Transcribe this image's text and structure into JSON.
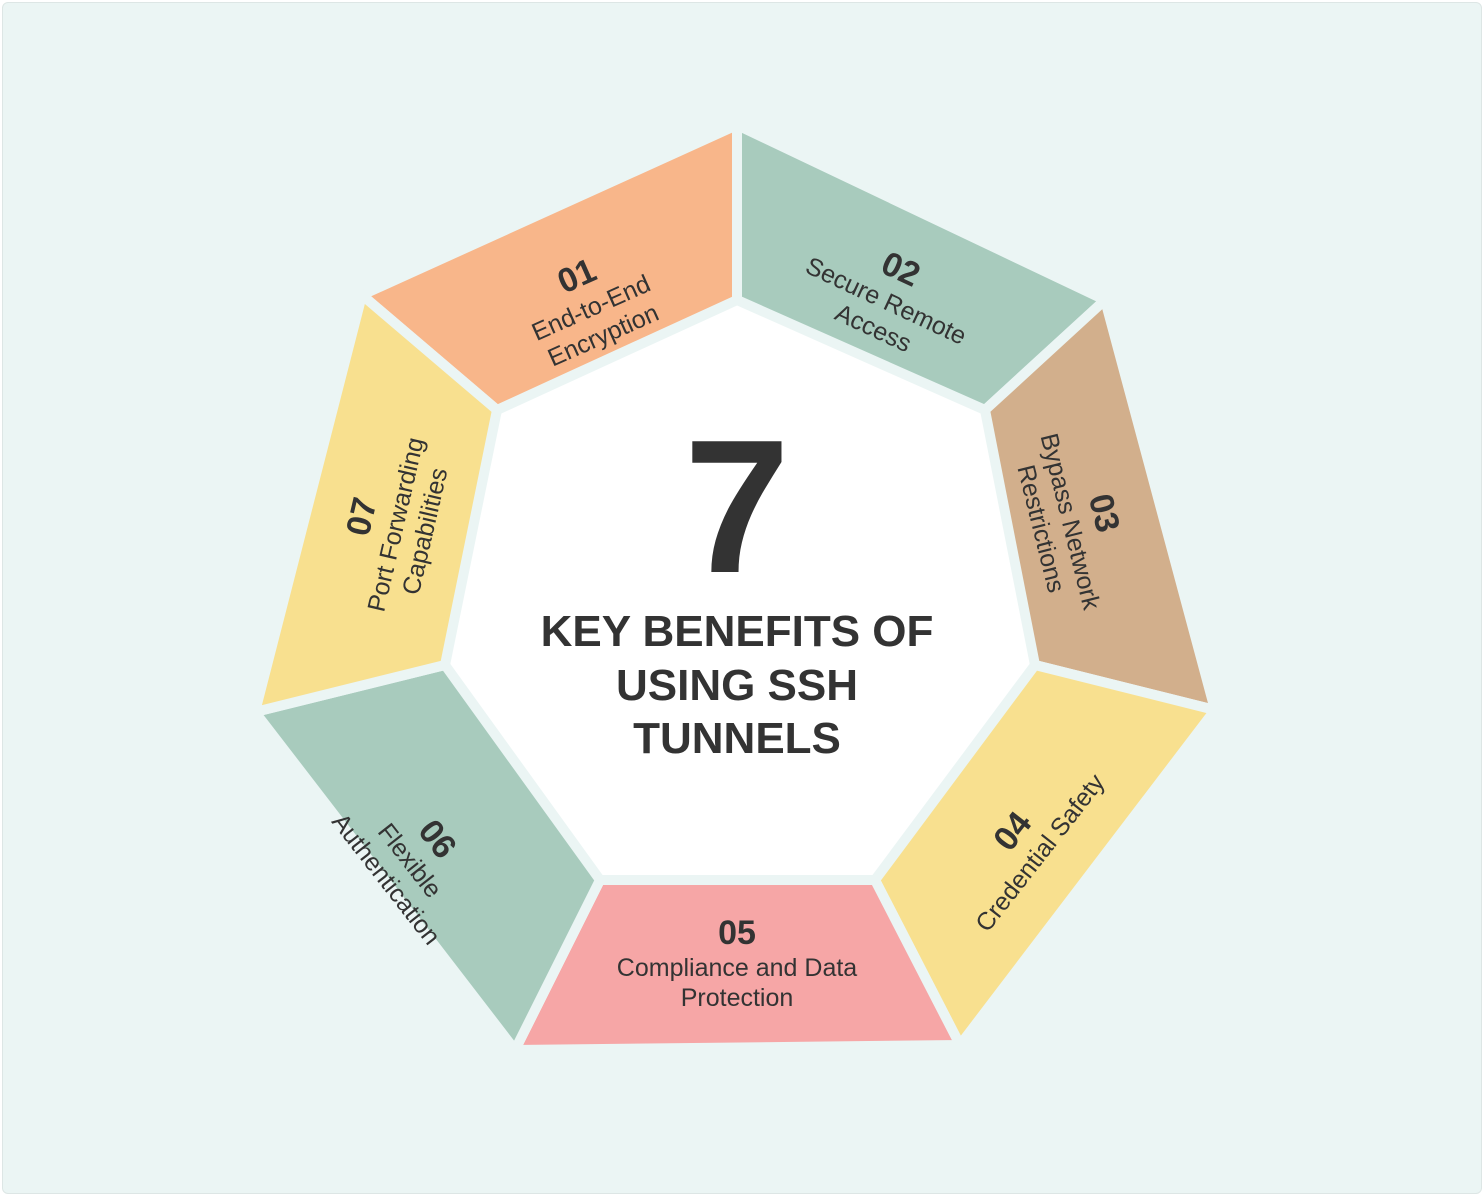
{
  "center": {
    "number": "7",
    "title_lines": [
      "KEY BENEFITS OF",
      "USING SSH",
      "TUNNELS"
    ]
  },
  "segments": [
    {
      "number": "01",
      "lines": [
        "End-to-End",
        "Encryption"
      ],
      "color": "#F8B68A"
    },
    {
      "number": "02",
      "lines": [
        "Secure Remote",
        "Access"
      ],
      "color": "#A8CBBD"
    },
    {
      "number": "03",
      "lines": [
        "Bypass Network",
        "Restrictions"
      ],
      "color": "#D2AF8C"
    },
    {
      "number": "04",
      "lines": [
        "Credential Safety"
      ],
      "color": "#F8E08F"
    },
    {
      "number": "05",
      "lines": [
        "Compliance and Data",
        "Protection"
      ],
      "color": "#F6A6A6"
    },
    {
      "number": "06",
      "lines": [
        "Flexible",
        "Authentication"
      ],
      "color": "#A8CBBD"
    },
    {
      "number": "07",
      "lines": [
        "Port Forwarding",
        "Capabilities"
      ],
      "color": "#F8E08F"
    }
  ],
  "colors": {
    "background": "#EBF5F4",
    "center": "#FFFFFF",
    "text": "#333333"
  }
}
